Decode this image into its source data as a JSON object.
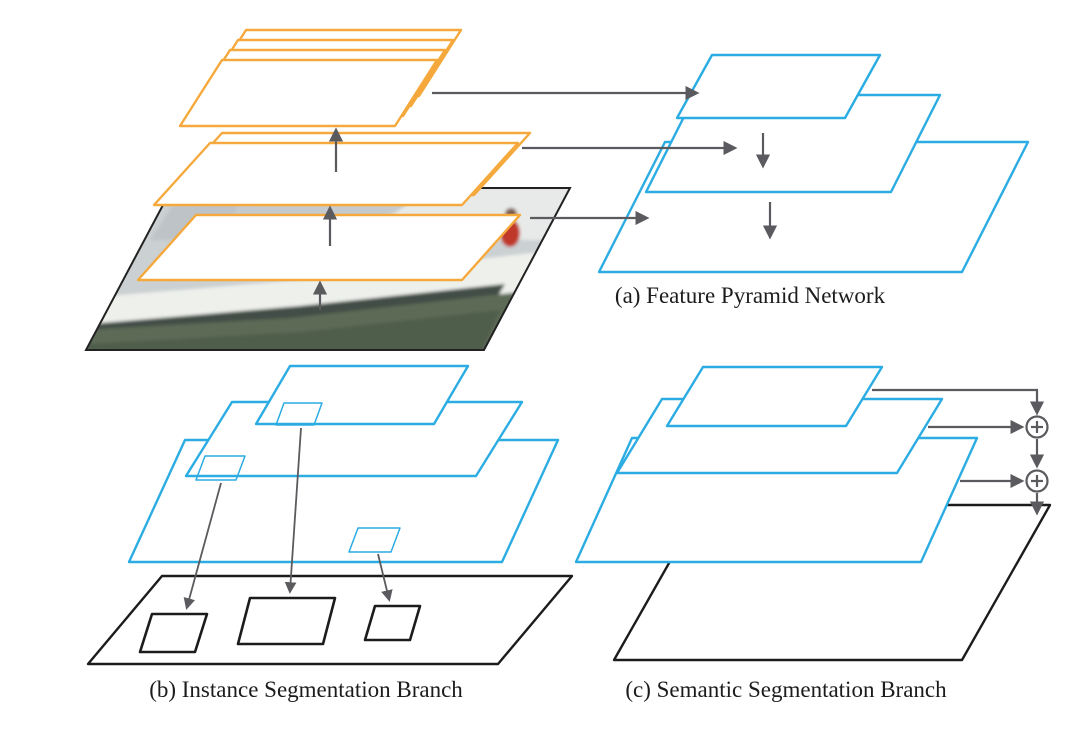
{
  "figure": {
    "captions": {
      "a": "(a) Feature Pyramid Network",
      "b": "(b) Instance Segmentation Branch",
      "c": "(c) Semantic Segmentation Branch"
    },
    "colors": {
      "background": "#ffffff",
      "fpn_orange": "#f5a93c",
      "feature_blue": "#2bace2",
      "arrow_gray": "#5b5b5f",
      "outline_black": "#1c1c1c"
    },
    "symbols": {
      "sum_node": "⊕"
    }
  }
}
